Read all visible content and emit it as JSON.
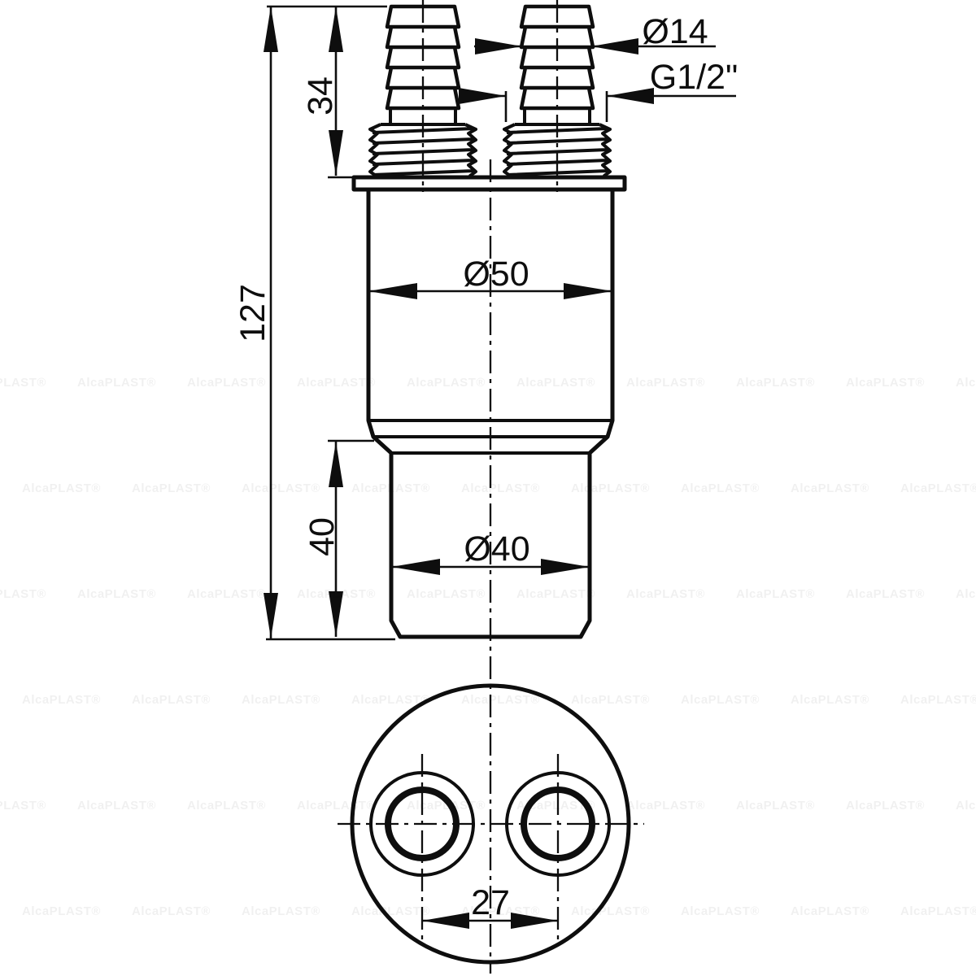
{
  "labels": {
    "dim_total_height": "127",
    "dim_barb_height": "34",
    "dim_spigot_height": "40",
    "dim_body_diameter": "Ø50",
    "dim_spigot_diameter": "Ø40",
    "dim_hose_diameter": "Ø14",
    "dim_thread": "G1/2\"",
    "dim_hole_spacing": "27"
  },
  "watermark": {
    "text": "AlcaPLAST®"
  },
  "colors": {
    "line": "#0e0e0e",
    "background": "#ffffff"
  }
}
